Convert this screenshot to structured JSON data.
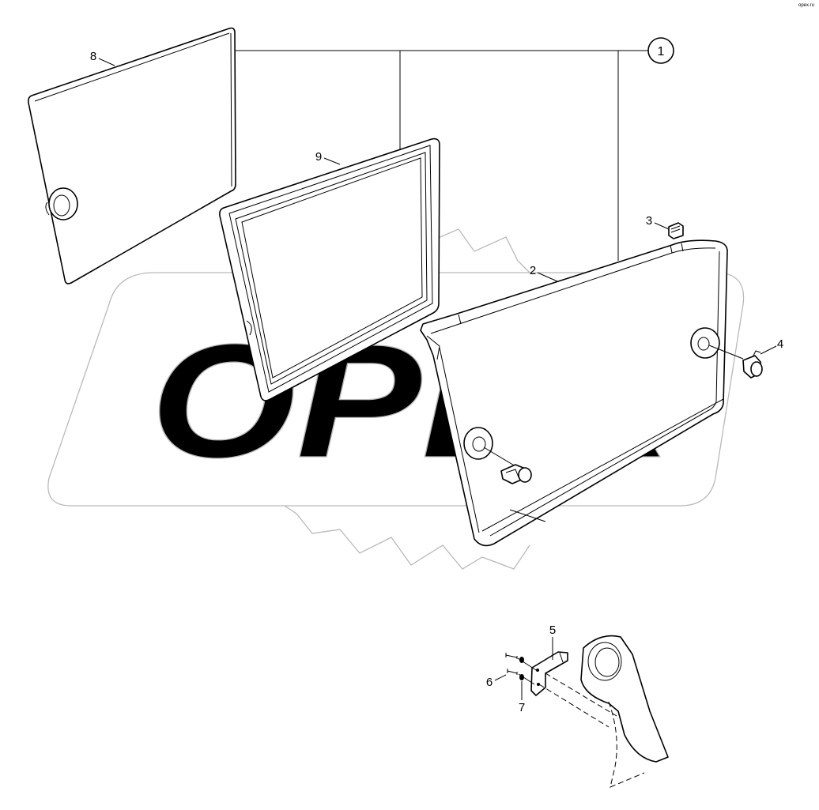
{
  "diagram": {
    "watermark_text": "OPEX",
    "assembly_callout": "1",
    "corner_mark": "opex.ru",
    "part_labels": {
      "p2": "2",
      "p3": "3",
      "p4": "4",
      "p5": "5",
      "p6": "6",
      "p7": "7",
      "p8": "8",
      "p9": "9"
    },
    "colors": {
      "line": "#000000",
      "watermark": "#b9b9b9",
      "background": "#ffffff"
    }
  }
}
